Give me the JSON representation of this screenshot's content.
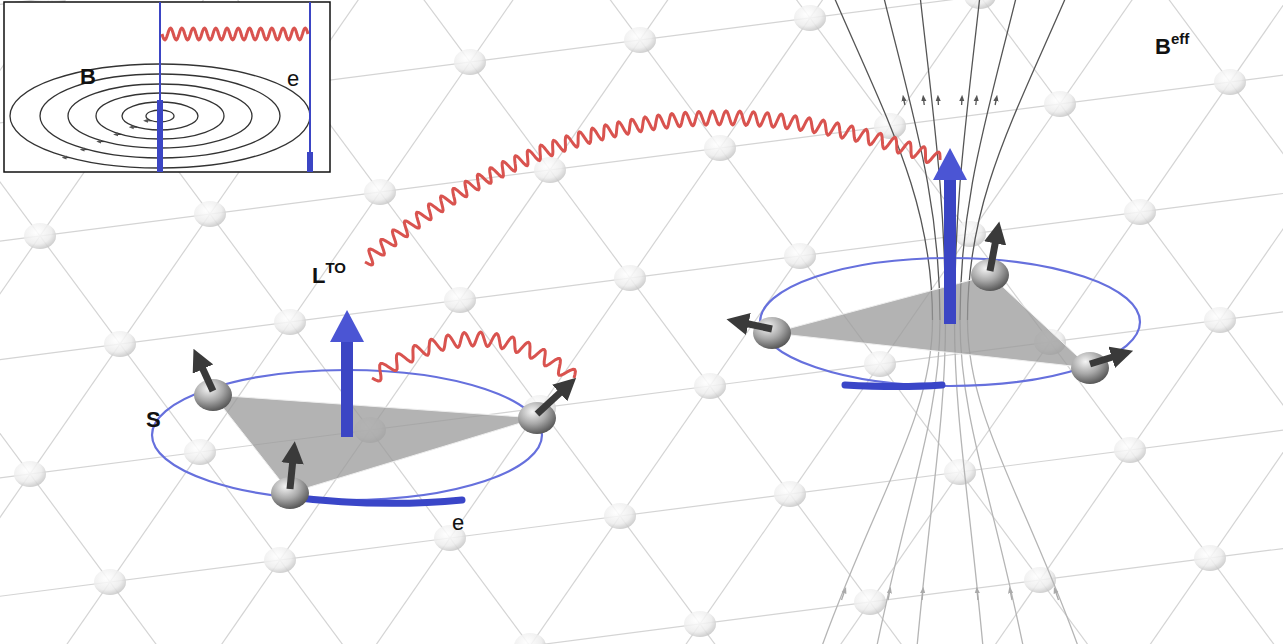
{
  "diagram": {
    "labels": [
      "B",
      "e",
      "L",
      "TO",
      "S",
      "e",
      "B",
      "eff"
    ]
  }
}
